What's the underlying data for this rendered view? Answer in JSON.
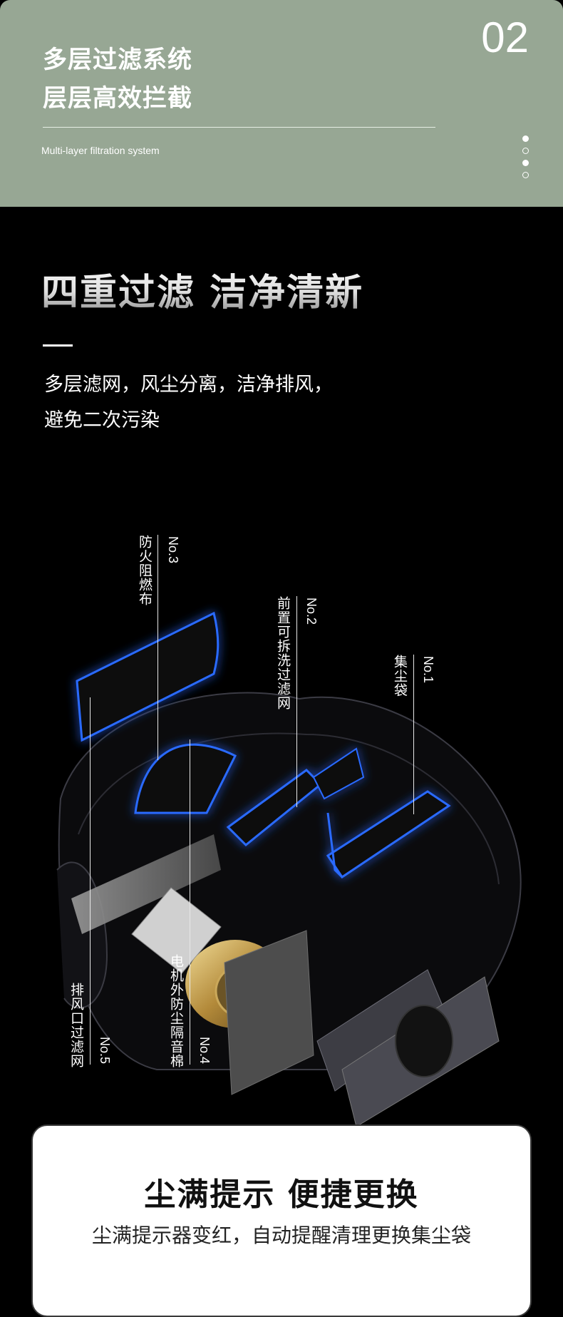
{
  "header": {
    "title_line1": "多层过滤系统",
    "title_line2": "层层高效拦截",
    "subtitle": "Multi-layer filtration system",
    "section_number": "02",
    "pager": [
      "active",
      "inactive",
      "active",
      "inactive"
    ]
  },
  "main": {
    "title": "四重过滤 洁净清新",
    "desc_line1": "多层滤网，风尘分离，洁净排风，",
    "desc_line2": "避免二次污染"
  },
  "labels": {
    "no1": {
      "num": "No.1",
      "text": "集尘袋"
    },
    "no2": {
      "num": "No.2",
      "text": "前置可拆洗过滤网"
    },
    "no3": {
      "num": "No.3",
      "text": "防火阻燃布"
    },
    "no4": {
      "num": "No.4",
      "text": "电机外防尘隔音棉"
    },
    "no5": {
      "num": "No.5",
      "text": "排风口过滤网"
    }
  },
  "card": {
    "title": "尘满提示 便捷更换",
    "desc": "尘满提示器变红，自动提醒清理更换集尘袋"
  },
  "colors": {
    "header_bg": "#97a794",
    "glow": "#1f5bff",
    "background": "#000000"
  }
}
